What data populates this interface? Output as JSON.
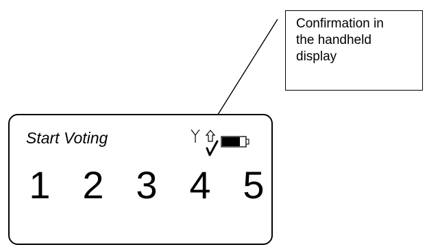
{
  "callout": {
    "text": "Confirmation in\nthe handheld\ndisplay"
  },
  "display": {
    "title": "Start Voting",
    "options": [
      "1",
      "2",
      "3",
      "4",
      "5"
    ],
    "icons": [
      "antenna-icon",
      "up-arrow-icon",
      "checkmark-icon",
      "battery-icon"
    ]
  }
}
